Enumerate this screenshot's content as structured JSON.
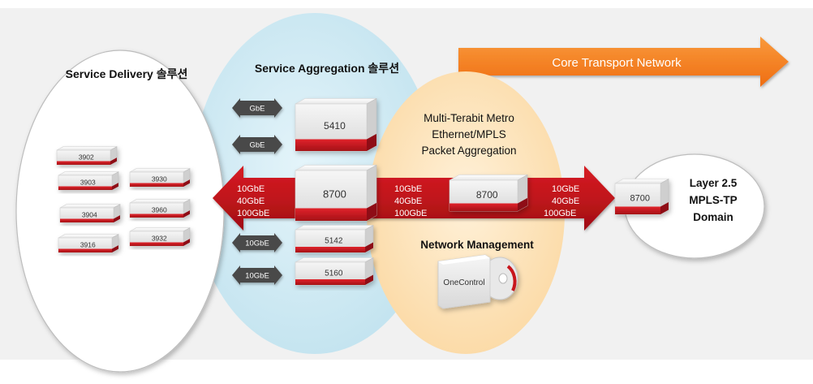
{
  "colors": {
    "red": "#c8161d",
    "orange": "#f47a20",
    "blue_bubble": "#cfeaf3",
    "peach_bubble": "#fde4bb",
    "gray_arrow": "#4a4a4a"
  },
  "core_transport": {
    "label": "Core Transport Network"
  },
  "service_delivery": {
    "title": "Service Delivery 솔루션",
    "devices": [
      "3902",
      "3903",
      "3904",
      "3916",
      "3930",
      "3960",
      "3932"
    ]
  },
  "service_aggregation": {
    "title": "Service Aggregation 솔루션",
    "links": [
      "GbE",
      "GbE",
      "10GbE",
      "10GbE"
    ],
    "devices": [
      "5410",
      "8700",
      "5142",
      "5160"
    ]
  },
  "metro": {
    "title_lines": [
      "Multi-Terabit Metro",
      "Ethernet/MPLS",
      "Packet Aggregation"
    ],
    "device": "8700",
    "network_management": "Network Management",
    "onecontrol": "OneControl"
  },
  "main_arrow": {
    "left_speeds": [
      "10GbE",
      "40GbE",
      "100GbE"
    ],
    "mid_speeds": [
      "10GbE",
      "40GbE",
      "100GbE"
    ],
    "right_speeds": [
      "10GbE",
      "40GbE",
      "100GbE"
    ]
  },
  "domain": {
    "title_lines": [
      "Layer 2.5",
      "MPLS-TP",
      "Domain"
    ],
    "device": "8700"
  }
}
